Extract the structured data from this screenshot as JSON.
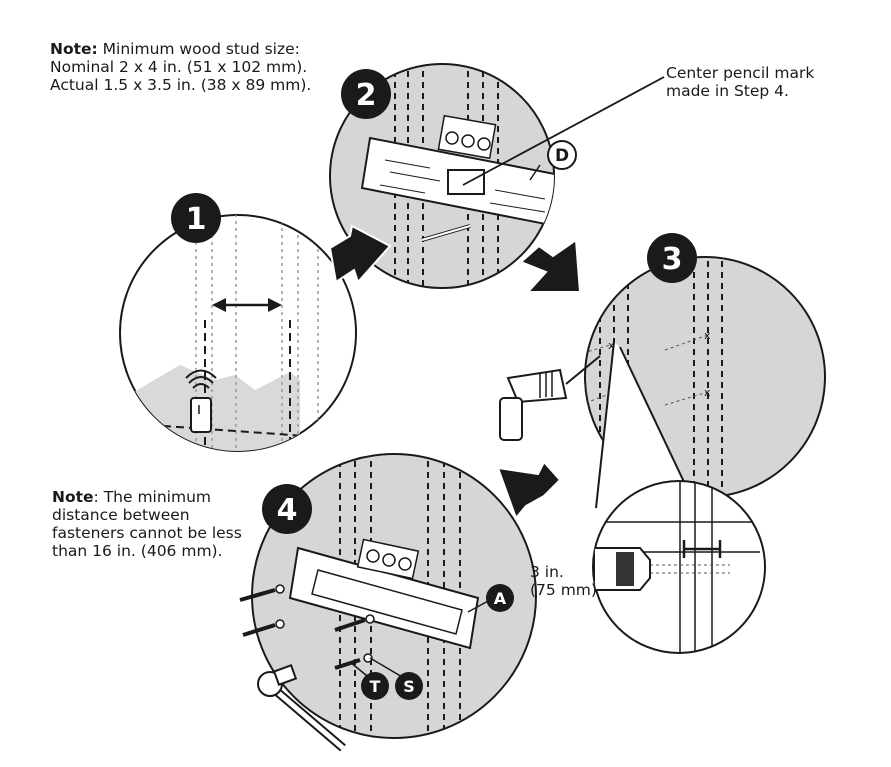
{
  "notes": {
    "stud": {
      "label": "Note:",
      "line1": " Minimum wood stud size:",
      "line2": "Nominal 2 x 4 in. (51 x 102 mm).",
      "line3": "Actual 1.5 x 3.5 in. (38 x 89 mm)."
    },
    "fastener": {
      "label": "Note",
      "line1": ": The minimum",
      "line2": "distance between",
      "line3": "fasteners cannot be less",
      "line4": "than 16 in. (406 mm)."
    }
  },
  "callouts": {
    "pencil_mark_line1": "Center pencil mark",
    "pencil_mark_line2": "made in Step 4.",
    "drill_depth_line1": "3 in.",
    "drill_depth_line2": "(75 mm)"
  },
  "steps": [
    "1",
    "2",
    "3",
    "4"
  ],
  "parts": {
    "D": "D",
    "A": "A",
    "T": "T",
    "S": "S"
  }
}
